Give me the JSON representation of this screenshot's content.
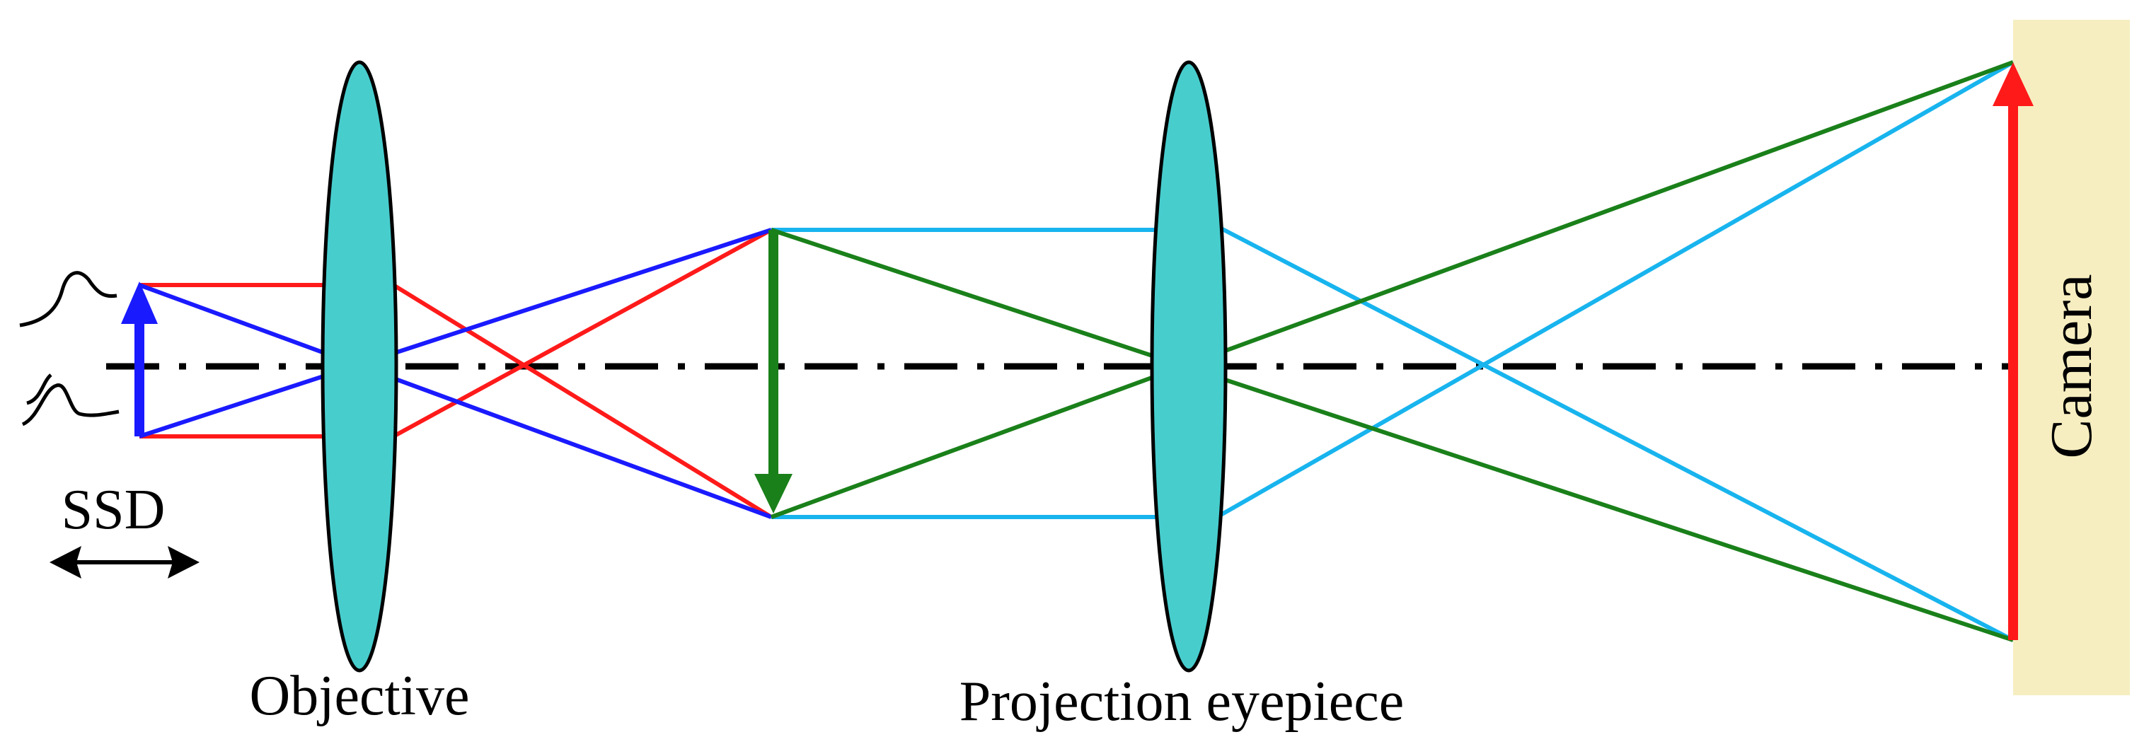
{
  "labels": {
    "objective": "Objective",
    "projection_eyepiece": "Projection eyepiece",
    "ssd": "SSD",
    "camera": "Camera"
  },
  "colors": {
    "lens_fill": "#48CDCD",
    "camera_fill": "#F6EEC0",
    "red": "#FF1A1A",
    "blue": "#1A1AFF",
    "green": "#1A801A",
    "cyan": "#18B4EE",
    "axis": "#000000"
  }
}
